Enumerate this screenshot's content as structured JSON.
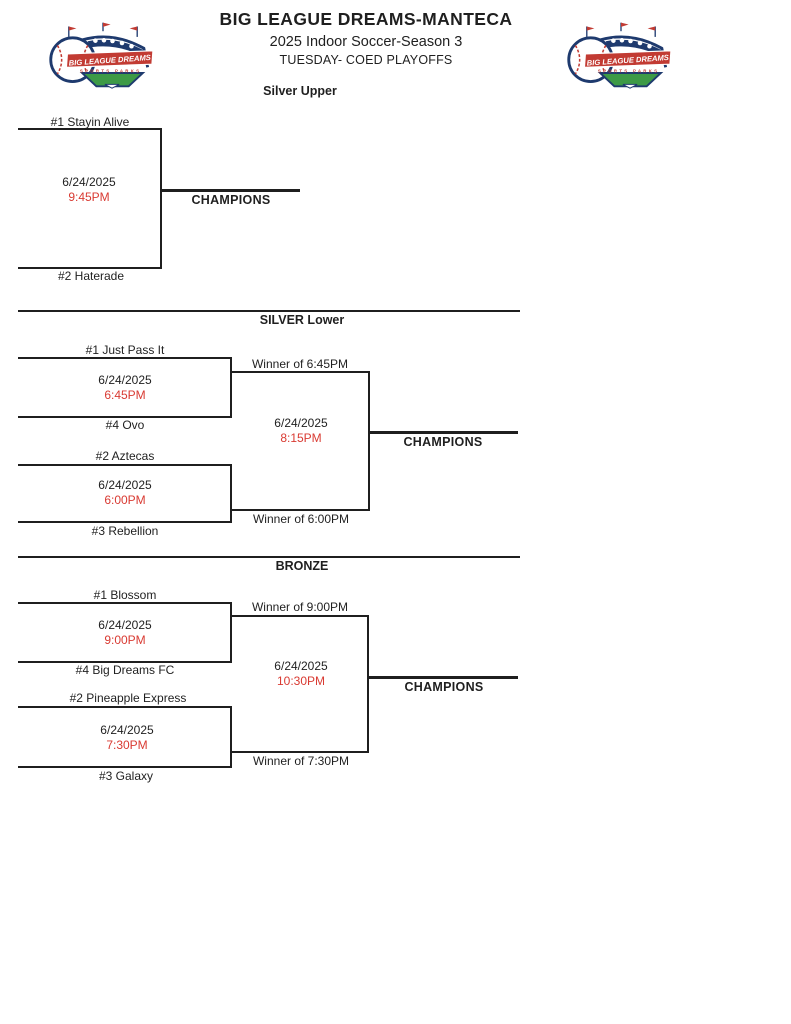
{
  "header": {
    "title": "BIG LEAGUE DREAMS-MANTECA",
    "subtitle": "2025 Indoor Soccer-Season 3",
    "event": "TUESDAY- COED PLAYOFFS",
    "logo": {
      "banner": "BIG LEAGUE DREAMS",
      "tagline": "SPORTS PARKS"
    }
  },
  "colors": {
    "ink": "#1f1f1f",
    "time_red": "#d93a32",
    "logo_navy": "#1e3a6e",
    "logo_red": "#c23b33",
    "field_green": "#3d9a46"
  },
  "silver_upper": {
    "heading": "Silver Upper",
    "team_top": "#1 Stayin Alive",
    "team_bottom": "#2 Haterade",
    "final": {
      "date": "6/24/2025",
      "time": "9:45PM"
    },
    "champions": "CHAMPIONS"
  },
  "silver_lower": {
    "heading": "SILVER Lower",
    "match1": {
      "team_top": "#1 Just Pass It",
      "team_bottom": "#4 Ovo",
      "date": "6/24/2025",
      "time": "6:45PM"
    },
    "match2": {
      "team_top": "#2 Aztecas",
      "team_bottom": "#3 Rebellion",
      "date": "6/24/2025",
      "time": "6:00PM"
    },
    "final": {
      "winner_top": "Winner of 6:45PM",
      "winner_bottom": "Winner of 6:00PM",
      "date": "6/24/2025",
      "time": "8:15PM"
    },
    "champions": "CHAMPIONS"
  },
  "bronze": {
    "heading": "BRONZE",
    "match1": {
      "team_top": "#1 Blossom",
      "team_bottom": "#4 Big Dreams FC",
      "date": "6/24/2025",
      "time": "9:00PM"
    },
    "match2": {
      "team_top": "#2 Pineapple Express",
      "team_bottom": "#3 Galaxy",
      "date": "6/24/2025",
      "time": "7:30PM"
    },
    "final": {
      "winner_top": "Winner of 9:00PM",
      "winner_bottom": "Winner of 7:30PM",
      "date": "6/24/2025",
      "time": "10:30PM"
    },
    "champions": "CHAMPIONS"
  }
}
